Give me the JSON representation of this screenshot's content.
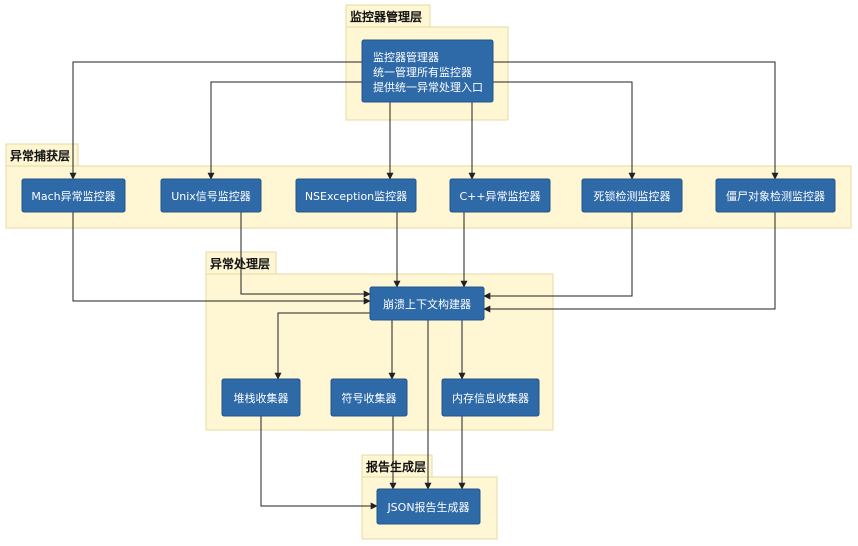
{
  "layers": {
    "monitor_mgmt": {
      "title": "监控器管理层"
    },
    "capture": {
      "title": "异常捕获层"
    },
    "handling": {
      "title": "异常处理层"
    },
    "report": {
      "title": "报告生成层"
    }
  },
  "nodes": {
    "manager": {
      "lines": [
        "监控器管理器",
        "统一管理所有监控器",
        "提供统一异常处理入口"
      ]
    },
    "mach": {
      "label": "Mach异常监控器"
    },
    "unix": {
      "label": "Unix信号监控器"
    },
    "nsexception": {
      "label": "NSException监控器"
    },
    "cpp": {
      "label": "C++异常监控器"
    },
    "deadlock": {
      "label": "死锁检测监控器"
    },
    "zombie": {
      "label": "僵尸对象检测监控器"
    },
    "context": {
      "label": "崩溃上下文构建器"
    },
    "stack": {
      "label": "堆栈收集器"
    },
    "symbol": {
      "label": "符号收集器"
    },
    "memory": {
      "label": "内存信息收集器"
    },
    "json": {
      "label": "JSON报告生成器"
    }
  },
  "colors": {
    "layer_fill": "#fff6d4",
    "layer_border": "#e6d9a0",
    "node_fill": "#2e69a8",
    "node_text": "#ffffff",
    "edge": "#222222"
  }
}
